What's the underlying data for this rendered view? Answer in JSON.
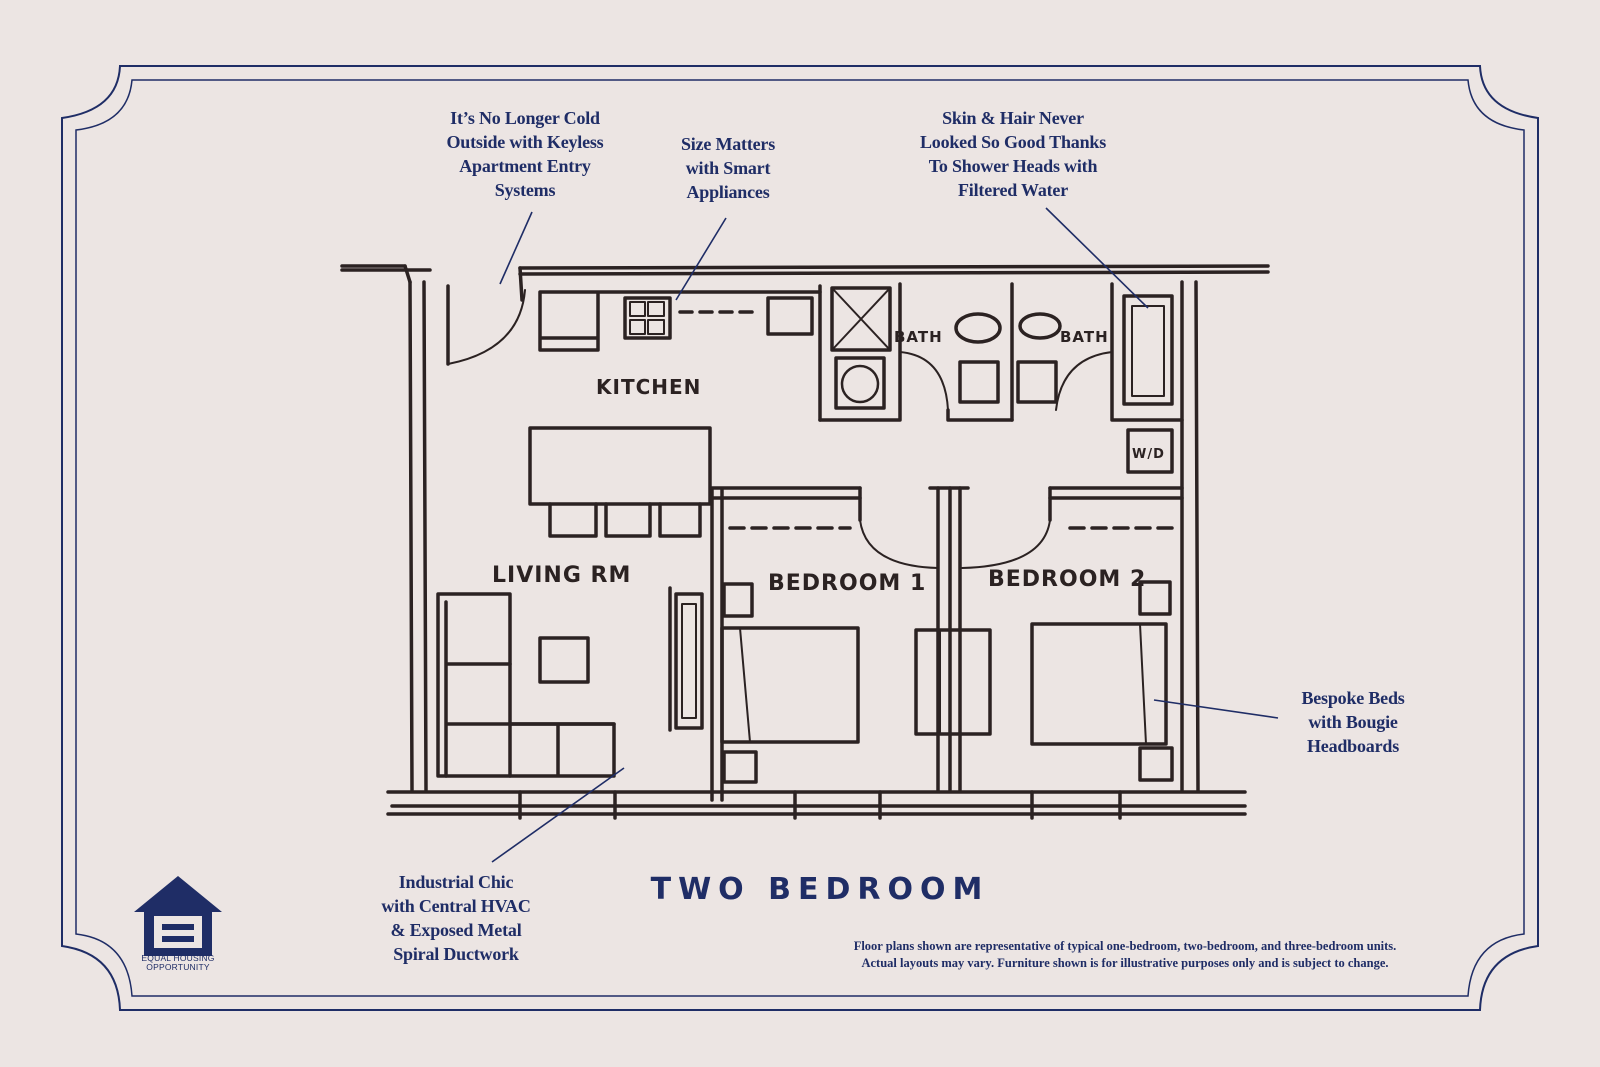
{
  "title": "TWO BEDROOM",
  "annotations": {
    "keyless": "It’s No Longer Cold\nOutside with Keyless\nApartment Entry\nSystems",
    "appliances": "Size Matters\nwith Smart\nAppliances",
    "shower": "Skin & Hair Never\nLooked So Good Thanks\nTo Shower Heads with\nFiltered Water",
    "beds": "Bespoke Beds\nwith Bougie\nHeadboards",
    "hvac": "Industrial Chic\nwith Central HVAC\n& Exposed Metal\nSpiral Ductwork"
  },
  "rooms": {
    "kitchen": "KITCHEN",
    "living": "LIVING RM",
    "bedroom1": "BEDROOM 1",
    "bedroom2": "BEDROOM 2",
    "bath1": "BATH",
    "bath2": "BATH",
    "wd": "W/D"
  },
  "disclaimer": "Floor plans shown are representative of typical one-bedroom, two-bedroom, and three-bedroom units.\nActual layouts may vary. Furniture shown is for illustrative purposes only and is subject to change.",
  "logo": {
    "name": "equal-housing-opportunity",
    "text": "EQUAL HOUSING\nOPPORTUNITY"
  },
  "colors": {
    "background": "#ece5e3",
    "navy": "#1f2d66",
    "sketch": "#2b2222"
  }
}
